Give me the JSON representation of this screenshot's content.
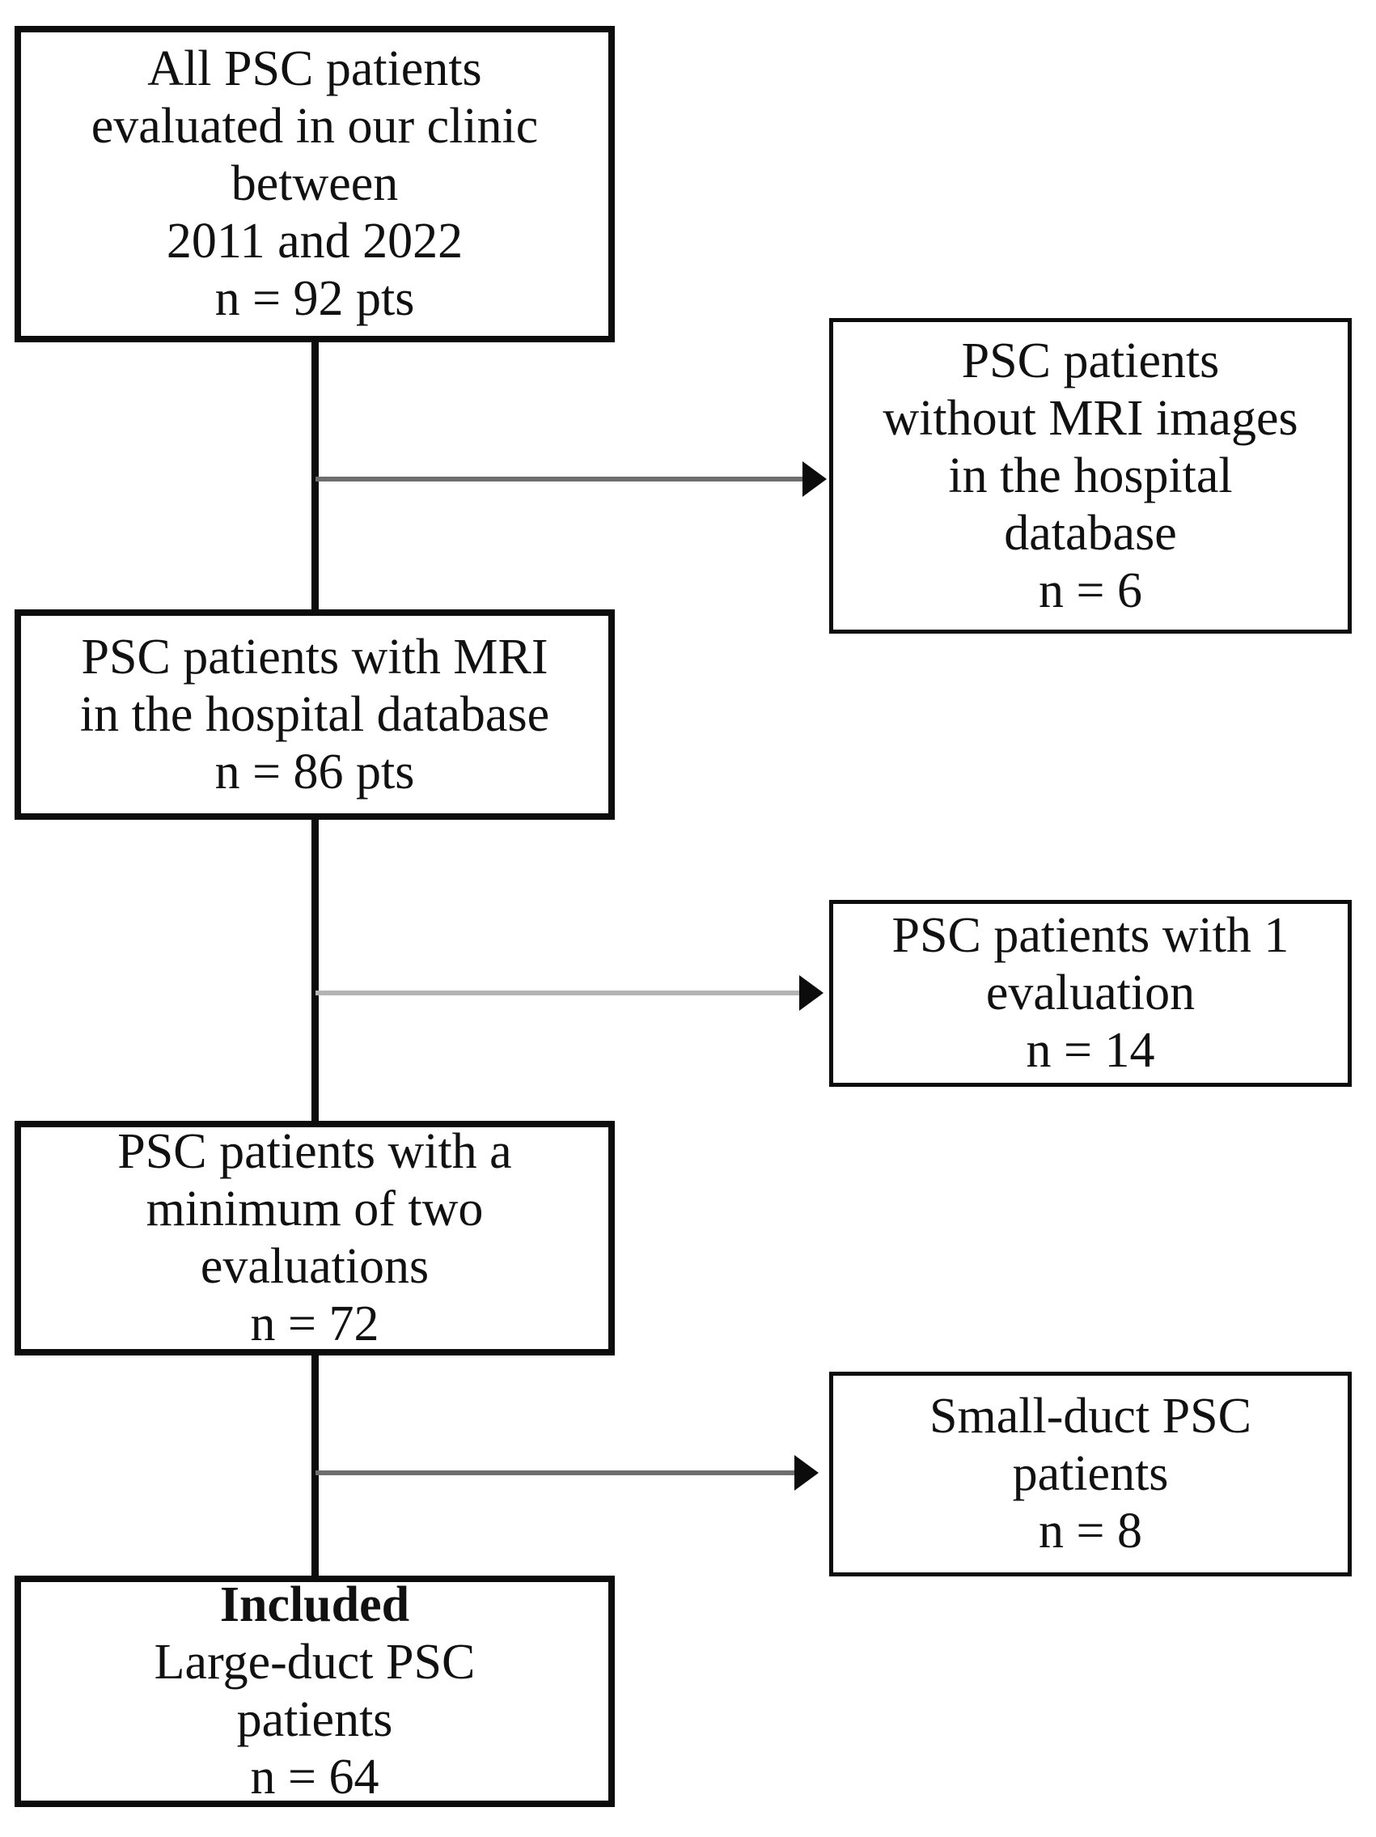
{
  "figure": {
    "type": "patient-flow-diagram",
    "background": "#ffffff",
    "box_border_color": "#0d0d0d",
    "connector_color": "#0d0d0d",
    "arrowhead_color": "#0c0c0c",
    "arrow_colors": {
      "to_no_mri": "#6e6e6e",
      "to_one_eval": "#b4b4b4",
      "to_small_duct": "#6e6e6e"
    },
    "boxes": {
      "left": [
        {
          "name": "all-psc-patients",
          "lines": [
            "All PSC patients",
            "evaluated in our clinic",
            "between",
            "2011 and 2022",
            "n = 92 pts"
          ]
        },
        {
          "name": "psc-with-mri",
          "lines": [
            "PSC patients with MRI",
            "in the hospital database",
            "n = 86 pts"
          ]
        },
        {
          "name": "psc-min-two-evaluations",
          "lines": [
            "PSC patients with a",
            "minimum of two",
            "evaluations",
            "n = 72"
          ]
        },
        {
          "name": "included-large-duct",
          "bold_first_line": true,
          "lines": [
            "Included",
            "Large-duct PSC",
            "patients",
            "n = 64"
          ]
        }
      ],
      "right": [
        {
          "name": "psc-without-mri",
          "lines": [
            "PSC patients",
            "without MRI images",
            "in the hospital",
            "database",
            "n = 6"
          ]
        },
        {
          "name": "psc-one-evaluation",
          "lines": [
            "PSC patients with 1",
            "evaluation",
            "n = 14"
          ]
        },
        {
          "name": "small-duct-psc",
          "lines": [
            "Small-duct PSC",
            "patients",
            "n = 8"
          ]
        }
      ]
    }
  }
}
